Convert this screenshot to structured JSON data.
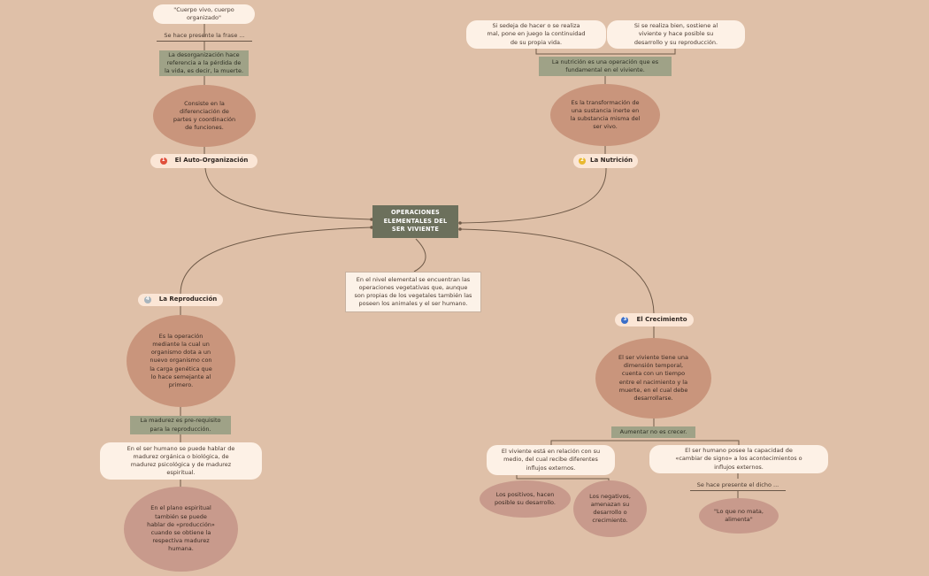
{
  "center": "OPERACIONES\nELEMENTALES DEL\nSER VIVIENTE",
  "center_note": "En el nivel elemental se encuentran las\noperaciones vegetativas que, aunque\nson propias de los vegetales también las\nposeen los animales y el ser humano.",
  "auto": {
    "badge": "1",
    "badge_color": "#e0503c",
    "label": "El Auto-Organización",
    "quote": "\"Cuerpo vivo, cuerpo\norganizado\"",
    "phrase": "Se hace presente la frase ...",
    "note": "La desorganización hace\nreferencia a la pérdida de\nla vida, es decir, la muerte.",
    "def": "Consiste en la\ndiferenciación de\npartes y coordinación\nde funciones."
  },
  "nutricion": {
    "badge": "2",
    "badge_color": "#e8b830",
    "label": "La Nutrición",
    "left": "Si sedeja de hacer o se realiza\nmal, pone en juego la continuidad\nde su propia vida.",
    "right": "Si se realiza bien, sostiene al\nviviente y hace posible su\ndesarrollo y su reproducción.",
    "note": "La nutrición es una operación que es\nfundamental en el viviente.",
    "def": "Es la transformación de\nuna sustancia inerte en\nla substancia misma del\nser vivo."
  },
  "reproduccion": {
    "badge": "4",
    "badge_color": "#a8b4bc",
    "label": "La Reproducción",
    "def": "Es la operación\nmediante la cual un\norganismo dota a un\nnuevo organismo con\nla carga genética que\nlo hace semejante al\nprimero.",
    "note": "La madurez es pre-requisito\npara la reproducción.",
    "detail": "En el ser humano se puede hablar de\nmadurez orgánica o biológica, de\nmadurez psicológica y de madurez\nespiritual.",
    "spiritual": "En el plano espiritual\ntambién se puede\nhablar de «producción»\ncuando se obtiene la\nrespectiva madurez\nhumana."
  },
  "crecimiento": {
    "badge": "3",
    "badge_color": "#3a6ec8",
    "label": "El Crecimiento",
    "def": "El ser viviente tiene una\ndimensión temporal,\ncuenta con un tiempo\nentre el nacimiento y la\nmuerte, en el cual debe\ndesarrollarse.",
    "note": "Aumentar no es crecer.",
    "left": "El viviente está en relación con su\nmedio, del cual recibe diferentes\ninflujos externos.",
    "right": "El ser humano posee la capacidad de\n«cambiar de signo» a los acontecimientos o\ninflujos externos.",
    "positivos": "Los positivos, hacen\nposible su desarrollo.",
    "negativos": "Los negativos,\namenazan su\ndesarrollo o\ncrecimiento.",
    "dicho": "Se hace presente el dicho ...",
    "quote": "\"Lo que no mata,\nalimenta\""
  }
}
